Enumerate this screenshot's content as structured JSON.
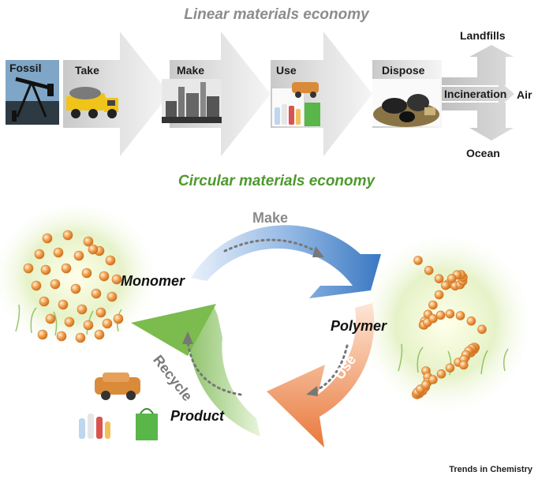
{
  "linear": {
    "title": "Linear materials economy",
    "stages": [
      {
        "label": "Fossil",
        "icon": "oil-pump-icon"
      },
      {
        "label": "Take",
        "icon": "dump-truck-icon"
      },
      {
        "label": "Make",
        "icon": "factory-icon"
      },
      {
        "label": "Use",
        "icon": "consumer-goods-icon"
      },
      {
        "label": "Dispose",
        "icon": "waste-pile-icon"
      }
    ],
    "outcomes": {
      "landfills": "Landfills",
      "incineration": "Incineration",
      "air": "Air",
      "ocean": "Ocean"
    }
  },
  "circular": {
    "title": "Circular materials economy",
    "arrows": {
      "make": "Make",
      "use": "Use",
      "recycle": "Recycle"
    },
    "nodes": {
      "monomer": "Monomer",
      "polymer": "Polymer",
      "product": "Product"
    },
    "colors": {
      "make": "#4a86c8",
      "use": "#ea8a4a",
      "recycle": "#7cbb4e",
      "bead": "#f2a24a"
    }
  },
  "credit": "Trends in Chemistry"
}
